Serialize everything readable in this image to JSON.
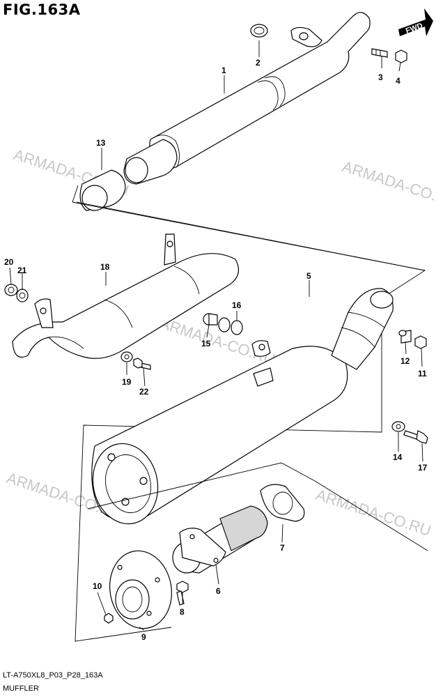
{
  "header": {
    "title": "FIG.163A"
  },
  "fwd_badge": {
    "label": "FWD"
  },
  "watermarks": [
    "ARMADA-CO.RU",
    "ARMADA-CO.RU",
    "ARMADA-CO.RU",
    "ARMADA-CO.RU",
    "ARMADA-CO.RU"
  ],
  "callouts": [
    "1",
    "2",
    "3",
    "4",
    "5",
    "6",
    "7",
    "8",
    "9",
    "10",
    "11",
    "12",
    "13",
    "14",
    "15",
    "16",
    "17",
    "18",
    "19",
    "20",
    "21",
    "22"
  ],
  "footer": {
    "code": "LT-A750XL8_P03_P28_163A",
    "caption": "MUFFLER"
  }
}
